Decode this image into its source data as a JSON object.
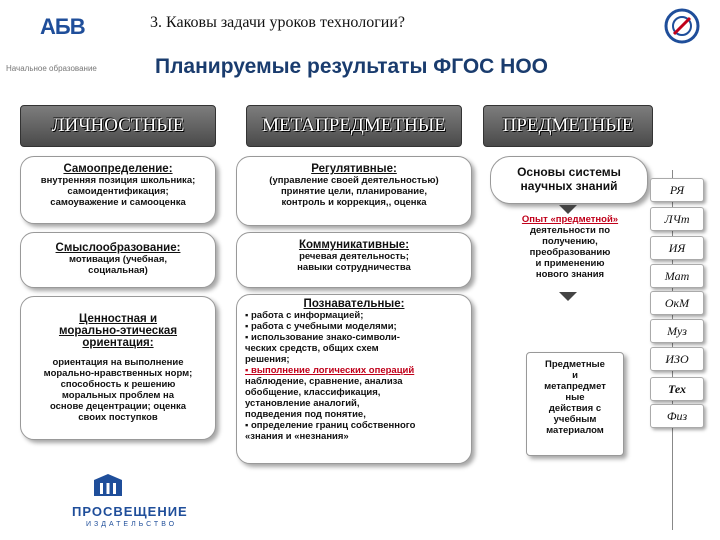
{
  "header": {
    "logo_text": "АБВ",
    "logo_sub": "Начальное образование",
    "task_title": "3. Каковы задачи уроков технологии?",
    "main_title": "Планируемые результаты ФГОС НОО"
  },
  "columns": {
    "personal": "ЛИЧНОСТНЫЕ",
    "meta": "МЕТАПРЕДМЕТНЫЕ",
    "subject": "ПРЕДМЕТНЫЕ"
  },
  "personal": {
    "c1_head": "Самоопределение:",
    "c1_l1": "внутренняя позиция школьника;",
    "c1_l2": "самоидентификация;",
    "c1_l3": "самоуважение и самооценка",
    "c2_head": "Смыслообразование:",
    "c2_l1": "мотивация (учебная,",
    "c2_l2": "социальная)",
    "c3_h1": "Ценностная и",
    "c3_h2": "морально-этическая",
    "c3_h3": "ориентация:",
    "c3_l1": "ориентация на выполнение",
    "c3_l2": "морально-нравственных норм;",
    "c3_l3": "способность к решению",
    "c3_l4": "моральных проблем на",
    "c3_l5": "основе децентрации; оценка",
    "c3_l6": "своих поступков"
  },
  "meta": {
    "c1_head": "Регулятивные:",
    "c1_l1": "(управление своей деятельностью)",
    "c1_l2": "принятие цели, планирование,",
    "c1_l3": "контроль и коррекция,, оценка",
    "c2_head": "Коммуникативные:",
    "c2_l1": "речевая деятельность;",
    "c2_l2": "навыки сотрудничества",
    "c3_head": "Познавательные:",
    "c3_i1": "▪ работа с информацией;",
    "c3_i2": "▪ работа с учебными моделями;",
    "c3_i3a": "▪ использование знако-символи-",
    "c3_i3b": "ческих средств, общих схем",
    "c3_i3c": "решения;",
    "c3_i4": "▪ выполнение логических операций",
    "c3_i5a": "наблюдение, сравнение, анализа",
    "c3_i5b": "обобщение, классификация,",
    "c3_i5c": "установление аналогий,",
    "c3_i5d": "подведения под понятие,",
    "c3_i6a": "▪ определение границ собственного",
    "c3_i6b": "«знания и «незнания»"
  },
  "subject": {
    "c1_l1": "Основы системы",
    "c1_l2": "научных знаний",
    "exp_head": "Опыт «предметной»",
    "exp_l1": "деятельности по",
    "exp_l2": "получению,",
    "exp_l3": "преобразованию",
    "exp_l4": "и применению",
    "exp_l5": "нового знания",
    "c3_l1": "Предметные",
    "c3_l2": "и",
    "c3_l3": "метапредмет",
    "c3_l4": "ные",
    "c3_l5": "действия с",
    "c3_l6": "учебным",
    "c3_l7": "материалом"
  },
  "subjects": [
    "РЯ",
    "ЛЧт",
    "ИЯ",
    "Мат",
    "ОкМ",
    "Муз",
    "ИЗО",
    "Тех",
    "Физ"
  ],
  "footer": {
    "brand": "ПРОСВЕЩЕНИЕ",
    "brand_sub": "ИЗДАТЕЛЬСТВО"
  }
}
